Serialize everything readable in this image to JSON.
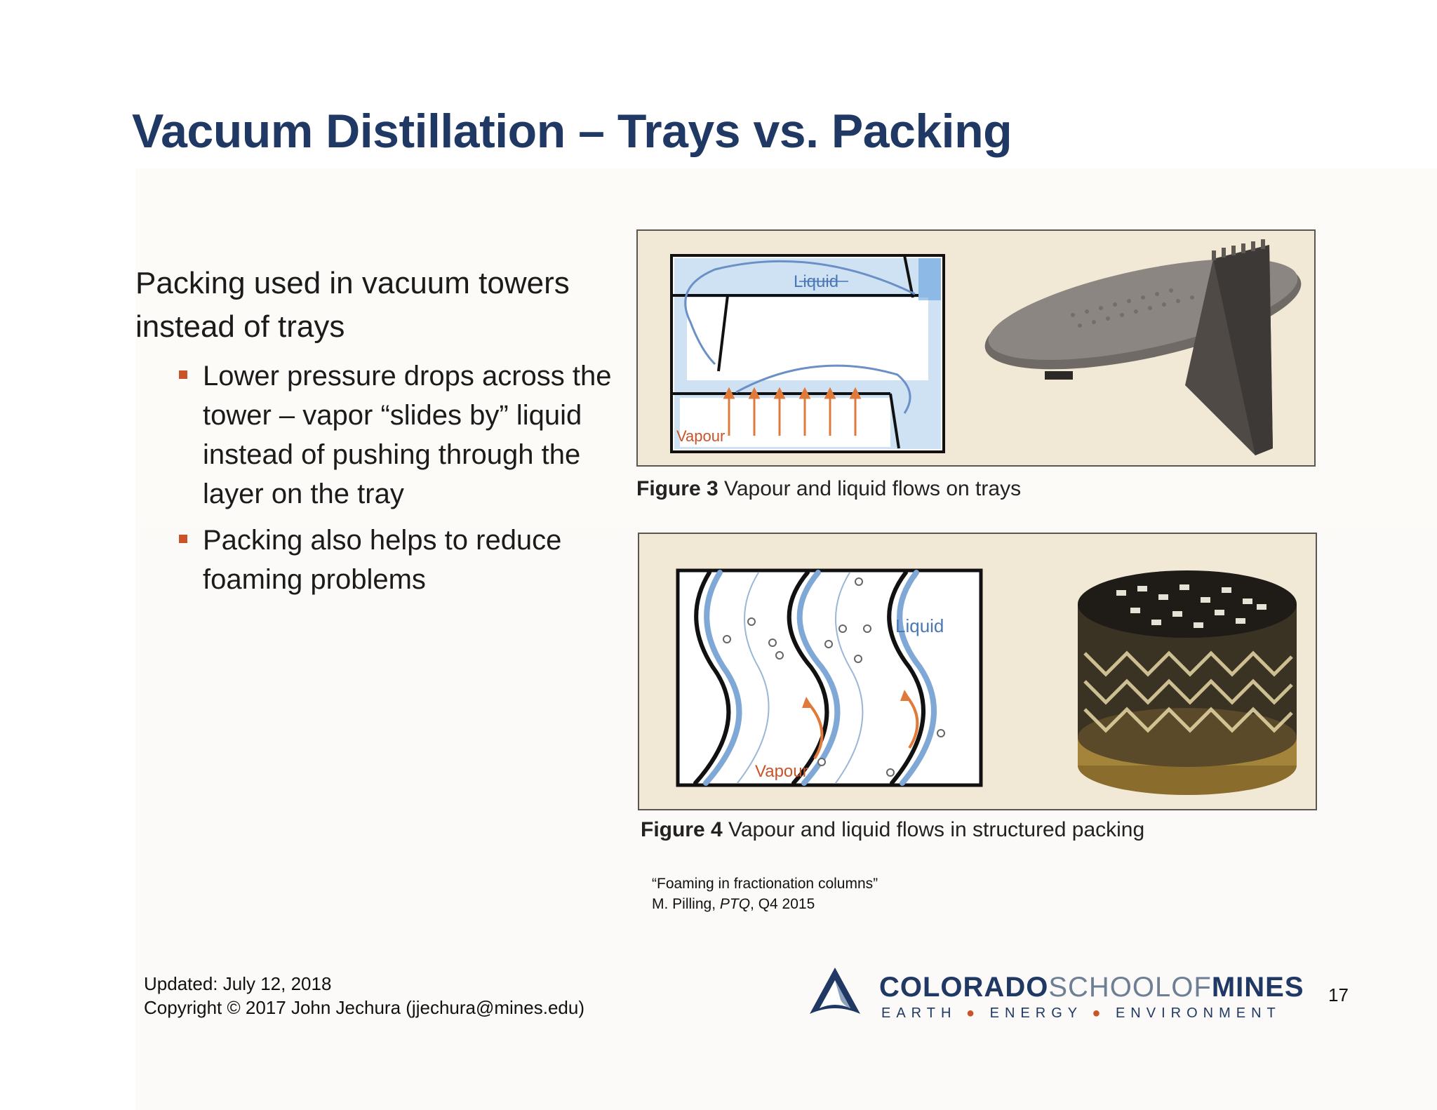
{
  "slide": {
    "title": "Vacuum Distillation – Trays vs. Packing",
    "lead": "Packing used in vacuum towers instead of trays",
    "bullets": [
      "Lower pressure drops across the tower – vapor “slides by” liquid instead of pushing through the layer on the tray",
      "Packing also helps to reduce foaming problems"
    ]
  },
  "figure3": {
    "label": "Figure 3",
    "caption": "Vapour and liquid flows on trays",
    "liquid_label": "Liquid",
    "vapour_label": "Vapour"
  },
  "figure4": {
    "label": "Figure 4",
    "caption": "Vapour and liquid flows in structured packing",
    "liquid_label": "Liquid",
    "vapour_label": "Vapour"
  },
  "citation": {
    "line1": "“Foaming in fractionation columns”",
    "author": "M. Pilling, ",
    "journal": "PTQ",
    "issue": ", Q4 2015"
  },
  "footer": {
    "updated": "Updated: July 12, 2018",
    "copyright": "Copyright © 2017 John Jechura (jjechura@mines.edu)",
    "page_number": "17"
  },
  "logo": {
    "word1": "COLORADO",
    "word2": "SCHOOLOF",
    "word3": "MINES",
    "tag1": "EARTH",
    "tag2": "ENERGY",
    "tag3": "ENVIRONMENT",
    "icon": "mines-triangle-logo-icon"
  },
  "colors": {
    "title": "#1f3864",
    "bullet_marker": "#c9542a",
    "figure_background": "#f2e8d6",
    "vapour_arrow": "#e07a3b",
    "liquid_blue": "#4a78b5"
  }
}
